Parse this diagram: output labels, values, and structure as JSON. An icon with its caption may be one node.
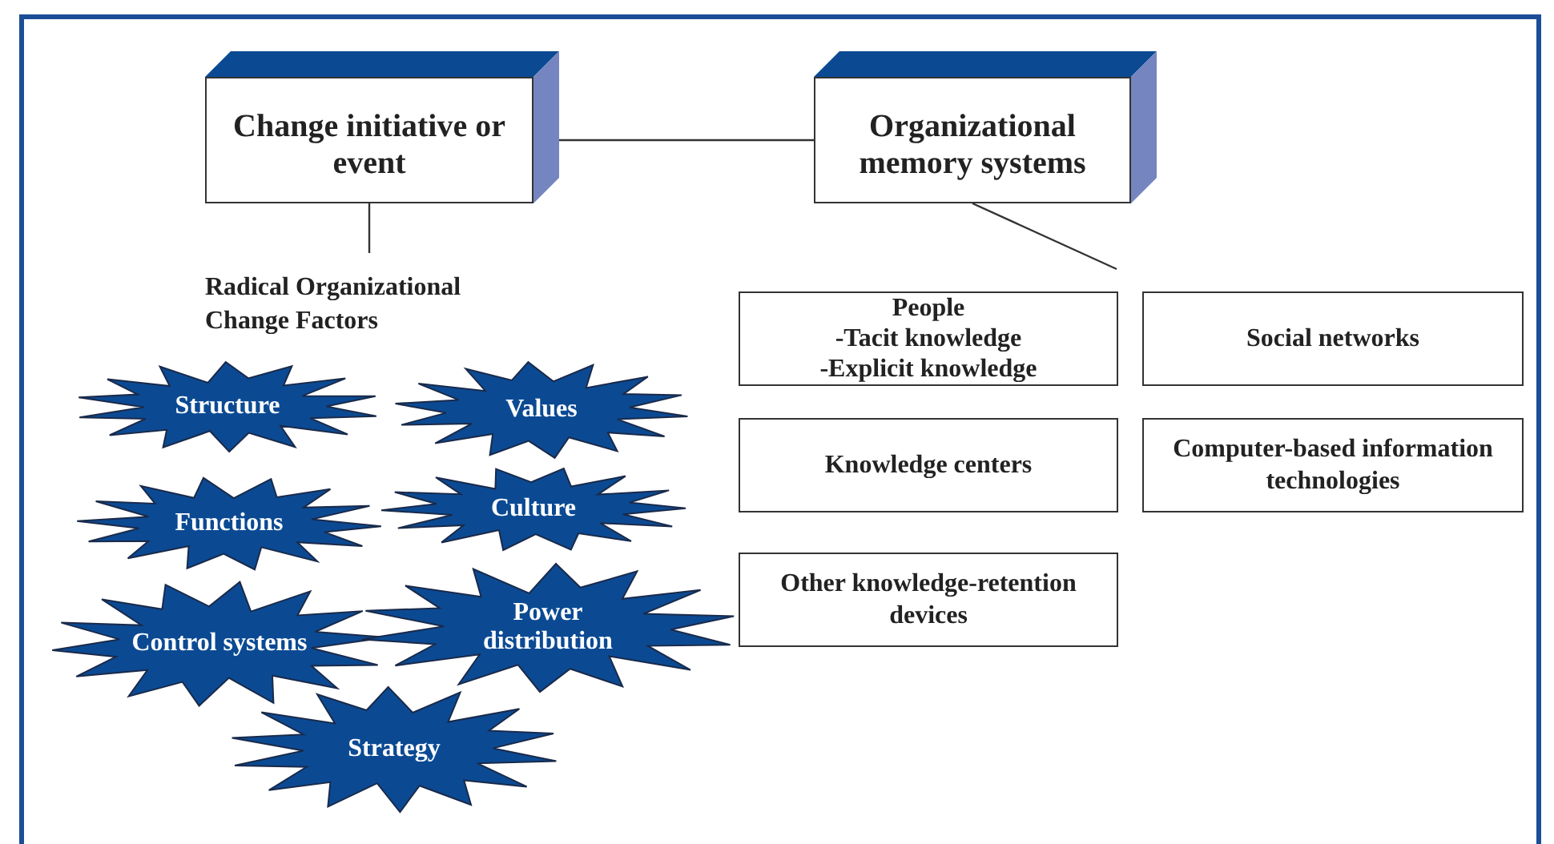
{
  "diagram": {
    "nodes": [
      {
        "text": [
          "Change initiative or event"
        ]
      },
      {
        "text": [
          "Organizational memory systems"
        ]
      },
      {
        "text": [
          "Radical Organizational Change Factors"
        ]
      },
      {
        "text": [
          "Structure"
        ]
      },
      {
        "text": [
          "Values"
        ]
      },
      {
        "text": [
          "Functions"
        ]
      },
      {
        "text": [
          "Culture"
        ]
      },
      {
        "text": [
          "Control systems"
        ]
      },
      {
        "text": [
          "Power distribution"
        ]
      },
      {
        "text": [
          "Strategy"
        ]
      },
      {
        "text": [
          "People",
          "-Tacit knowledge",
          "-Explicit knowledge"
        ]
      },
      {
        "text": [
          "Social networks"
        ]
      },
      {
        "text": [
          "Knowledge centers"
        ]
      },
      {
        "text": [
          "Computer-based information technologies"
        ]
      },
      {
        "text": [
          "Other knowledge-retention devices"
        ]
      }
    ],
    "edges": [
      {
        "from": 0,
        "to": 1,
        "arrow": "none"
      },
      {
        "from": 0,
        "to": 2,
        "arrow": "none"
      },
      {
        "from": 1,
        "to": null,
        "arrow": "none"
      }
    ]
  }
}
